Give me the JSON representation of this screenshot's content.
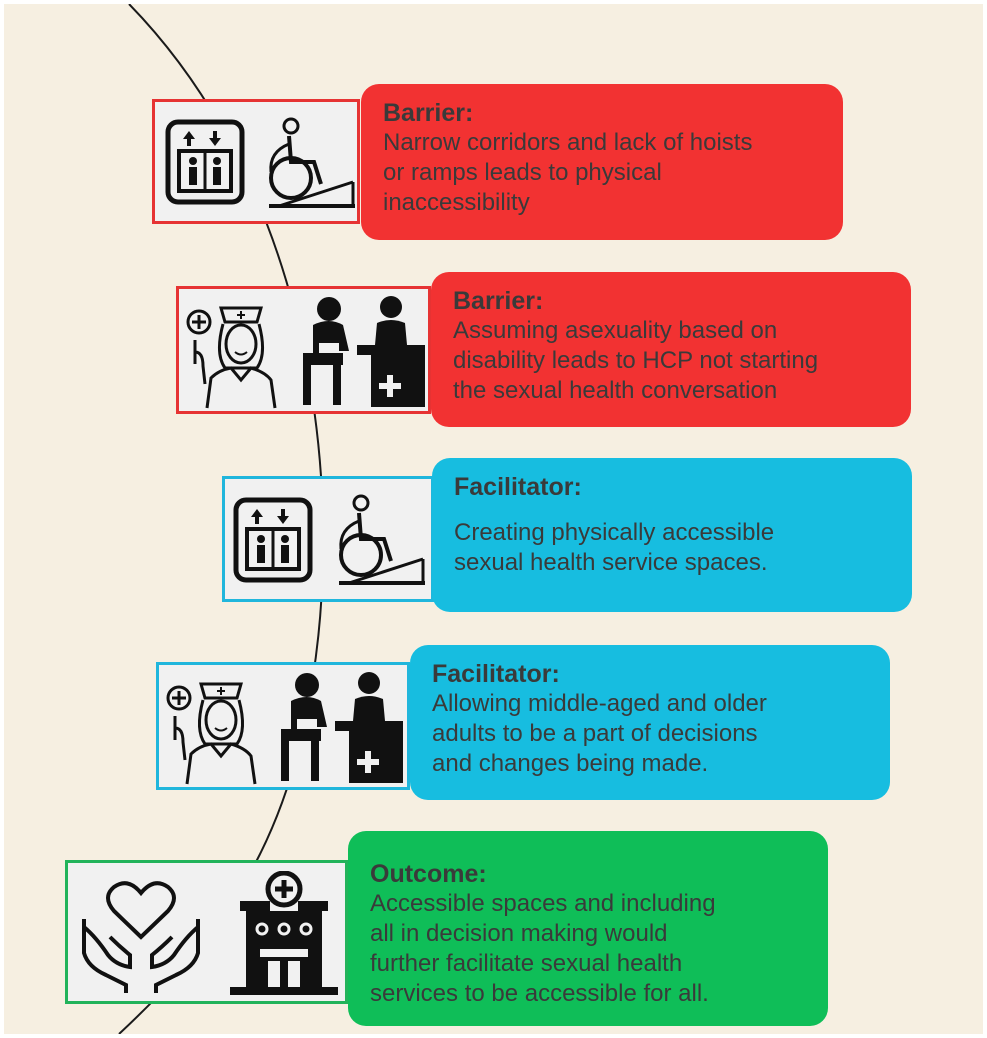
{
  "colors": {
    "background": "#f6efe1",
    "barrier": "#f23232",
    "facilitator": "#17bde0",
    "outcome": "#0fbe58",
    "text": "#3a3a3a",
    "curve": "#1a1a1a"
  },
  "cards": [
    {
      "title": "Barrier:",
      "text": "Narrow corridors and lack of hoists\nor ramps leads to physical\ninaccessibility",
      "kind": "barrier",
      "icons": [
        "elevator-icon",
        "wheelchair-ramp-icon"
      ]
    },
    {
      "title": "Barrier:",
      "text": "Assuming asexuality based on\ndisability leads to HCP not starting\nthe sexual health conversation",
      "kind": "barrier",
      "icons": [
        "nurse-icon",
        "healthcare-consultation-icon"
      ]
    },
    {
      "title": "Facilitator:",
      "text": "Creating physically accessible\nsexual health service spaces.",
      "kind": "facilitator",
      "icons": [
        "elevator-icon",
        "wheelchair-ramp-icon"
      ]
    },
    {
      "title": "Facilitator:",
      "text": "Allowing middle-aged and older\nadults to be a part of decisions\nand changes being made.",
      "kind": "facilitator",
      "icons": [
        "nurse-icon",
        "healthcare-consultation-icon"
      ]
    },
    {
      "title": "Outcome:",
      "text": "Accessible spaces and including\nall in decision making would\nfurther facilitate sexual health\nservices to be accessible for all.",
      "kind": "outcome",
      "icons": [
        "heart-hands-icon",
        "hospital-building-icon"
      ]
    }
  ]
}
